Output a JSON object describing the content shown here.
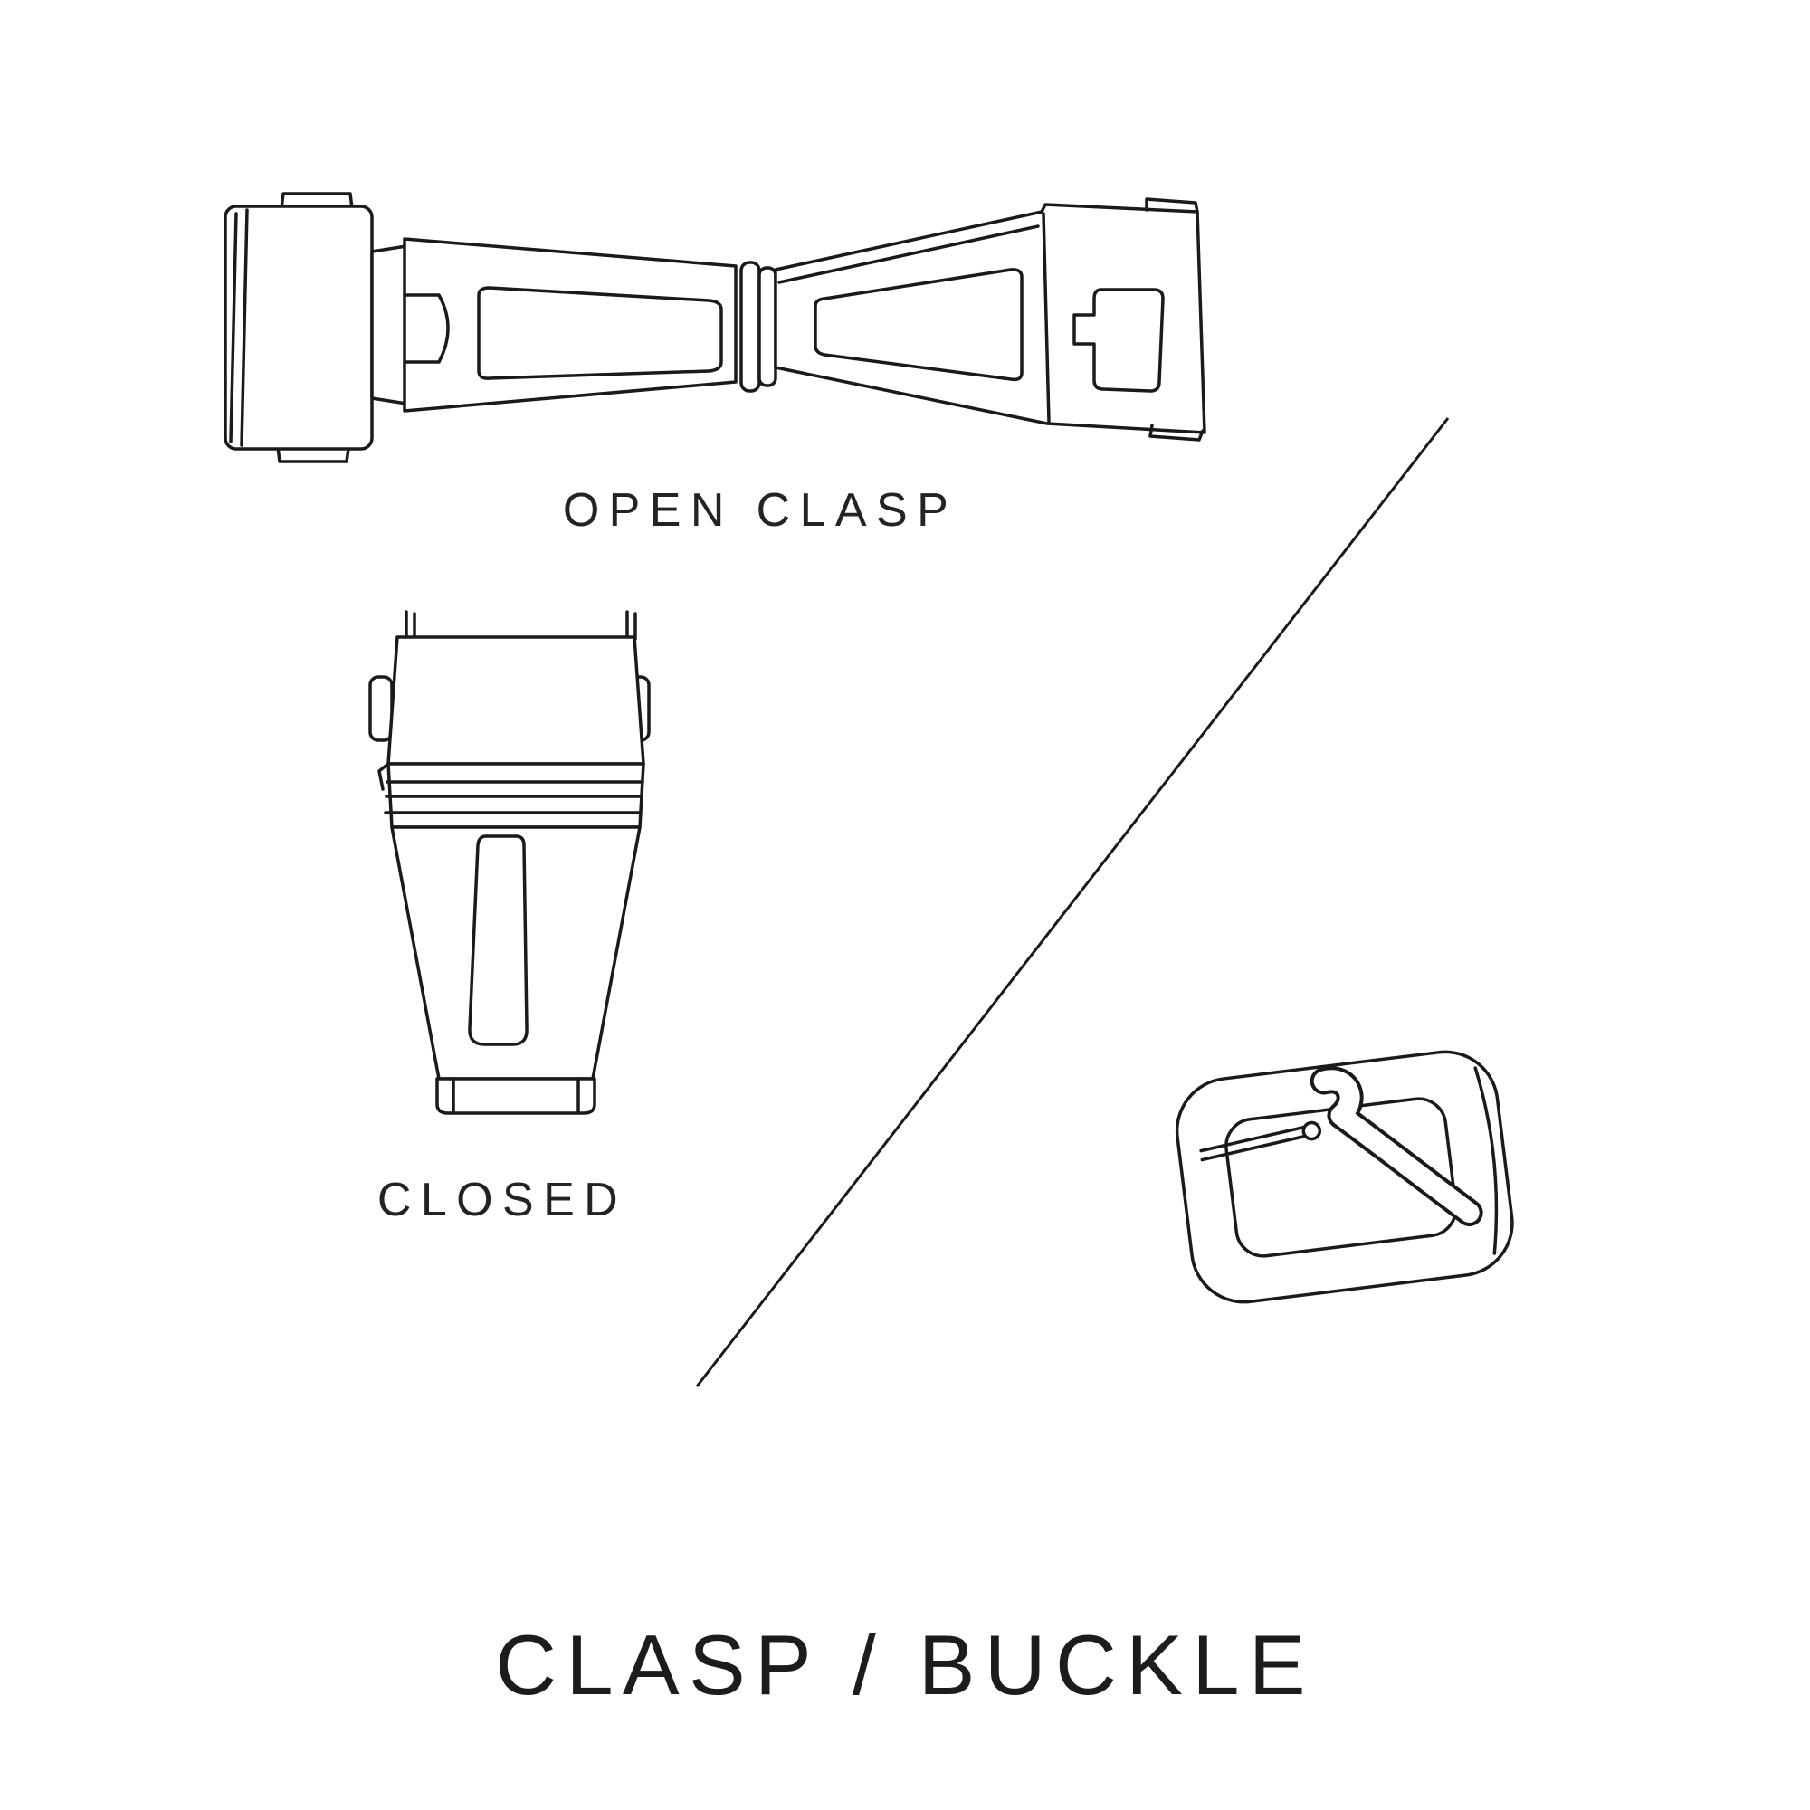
{
  "title": "CLASP / BUCKLE",
  "labels": {
    "open_clasp": "OPEN CLASP",
    "closed": "CLOSED"
  },
  "illustrations": [
    {
      "name": "open-clasp-illustration",
      "caption": "OPEN CLASP"
    },
    {
      "name": "closed-clasp-illustration",
      "caption": "CLOSED"
    },
    {
      "name": "buckle-illustration",
      "caption": ""
    }
  ],
  "colors": {
    "background": "#ffffff",
    "line": "#1a1a1a",
    "text": "#232323"
  }
}
